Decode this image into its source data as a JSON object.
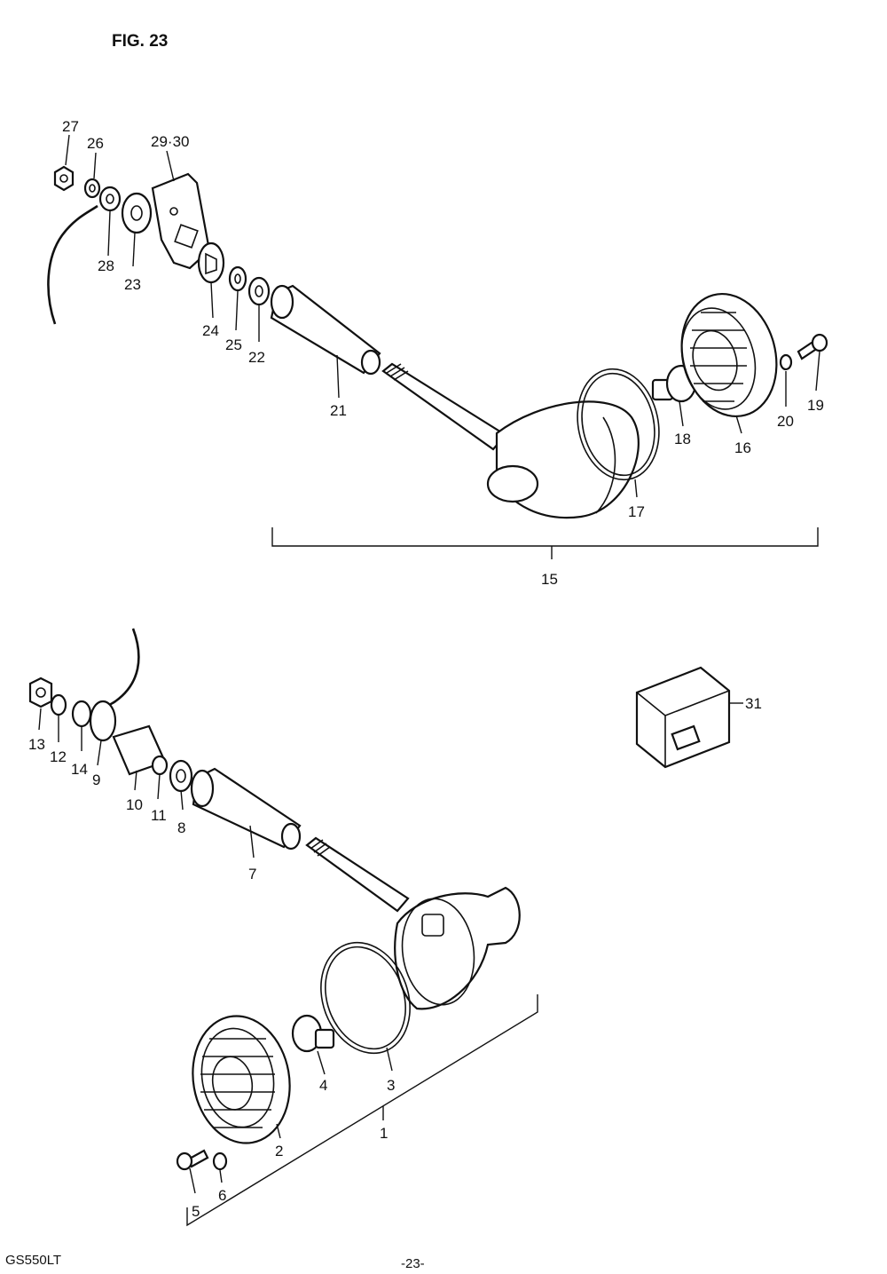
{
  "figure": {
    "title": "FIG. 23"
  },
  "footer": {
    "model": "GS550LT",
    "page": "-23-"
  },
  "callouts": {
    "c1": "1",
    "c2": "2",
    "c3": "3",
    "c4": "4",
    "c5": "5",
    "c6": "6",
    "c7": "7",
    "c8": "8",
    "c9": "9",
    "c10": "10",
    "c11": "11",
    "c12": "12",
    "c13": "13",
    "c14": "14",
    "c15": "15",
    "c16": "16",
    "c17": "17",
    "c18": "18",
    "c19": "19",
    "c20": "20",
    "c21": "21",
    "c22": "22",
    "c23": "23",
    "c24": "24",
    "c25": "25",
    "c26": "26",
    "c27": "27",
    "c28": "28",
    "c29_30": "29·30",
    "c31": "31"
  }
}
